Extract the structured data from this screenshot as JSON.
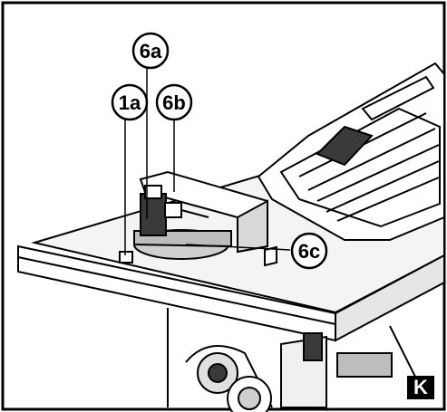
{
  "figure": {
    "panel_label": "K",
    "callouts": [
      {
        "id": "1a",
        "text": "1a"
      },
      {
        "id": "6a",
        "text": "6a"
      },
      {
        "id": "6b",
        "text": "6b"
      },
      {
        "id": "6c",
        "text": "6c"
      }
    ],
    "colors": {
      "line": "#000000",
      "surface": "#ffffff",
      "shade": "#d9d9d9",
      "dark": "#3a3a3a"
    }
  }
}
